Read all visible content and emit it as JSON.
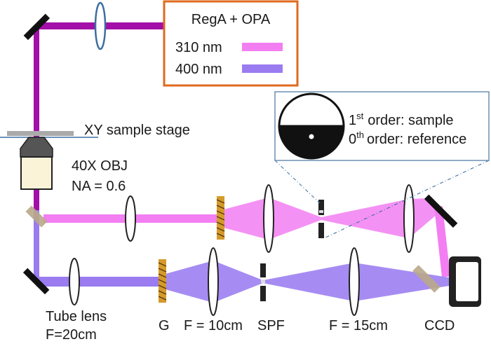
{
  "source_box": {
    "title": "RegA + OPA",
    "legend": [
      {
        "label": "310 nm",
        "color": "#f27ef2"
      },
      {
        "label": "400 nm",
        "color": "#9a7cf0"
      }
    ]
  },
  "inset": {
    "line1_prefix": "1",
    "line1_sup": "st",
    "line1_text": "order: sample",
    "line2_prefix": "0",
    "line2_sup": "th",
    "line2_text": "order: reference"
  },
  "labels": {
    "stage": "XY sample stage",
    "objective_1": "40X OBJ",
    "objective_2": "NA = 0.6",
    "tube_lens_1": "Tube lens",
    "tube_lens_2": "F=20cm",
    "grating": "G",
    "lens_10": "F = 10cm",
    "spf": "SPF",
    "lens_15": "F = 15cm",
    "ccd": "CCD"
  },
  "colors": {
    "purple_beam": "#a30fa8",
    "magenta_beam": "#f27ef2",
    "violet_beam": "#9a7cf0",
    "box_border": "#e06a1e",
    "inset_border": "#6b8fb3",
    "grating": "#d59a2a",
    "splitter": "#b9a98a"
  }
}
